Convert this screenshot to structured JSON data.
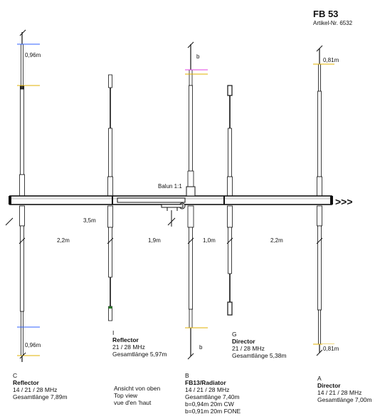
{
  "header": {
    "title": "FB 53",
    "article": "Artikel-Nr. 6532"
  },
  "balun": "Balun 1:1",
  "arrows": ">>>",
  "dimensions": {
    "c_top": "0,96m",
    "c_bottom": "0,96m",
    "a_top": "0,81m",
    "a_bottom": "0,81m",
    "b_top": "b",
    "b_bottom": "b",
    "span_3_5": "3,5m",
    "span_2_2_left": "2,2m",
    "span_1_9": "1,9m",
    "span_1_0": "1,0m",
    "span_2_2_right": "2,2m"
  },
  "elements": {
    "c": {
      "letter": "C",
      "name": "Reflector",
      "bands": "14 / 21 / 28 MHz",
      "length": "Gesamtlänge 7,89m"
    },
    "i": {
      "letter": "I",
      "name": "Reflector",
      "bands": "21 / 28 MHz",
      "length": "Gesamtlänge 5,97m"
    },
    "b": {
      "letter": "B",
      "name": "FB13/Radiator",
      "bands": "14 / 21 / 28 MHz",
      "length": "Gesamtlänge 7,40m",
      "note1": "b=0,94m 20m CW",
      "note2": "b=0,91m 20m FONE"
    },
    "g": {
      "letter": "G",
      "name": "Director",
      "bands": "21 / 28 MHz",
      "length": "Gesamtlänge 5,38m"
    },
    "a": {
      "letter": "A",
      "name": "Director",
      "bands": "14 / 21 / 28 MHz",
      "length": "Gesamtlänge 7,00m"
    }
  },
  "view": {
    "line1": "Ansicht von oben",
    "line2": "Top view",
    "line3": "vue d'en 'haut"
  }
}
